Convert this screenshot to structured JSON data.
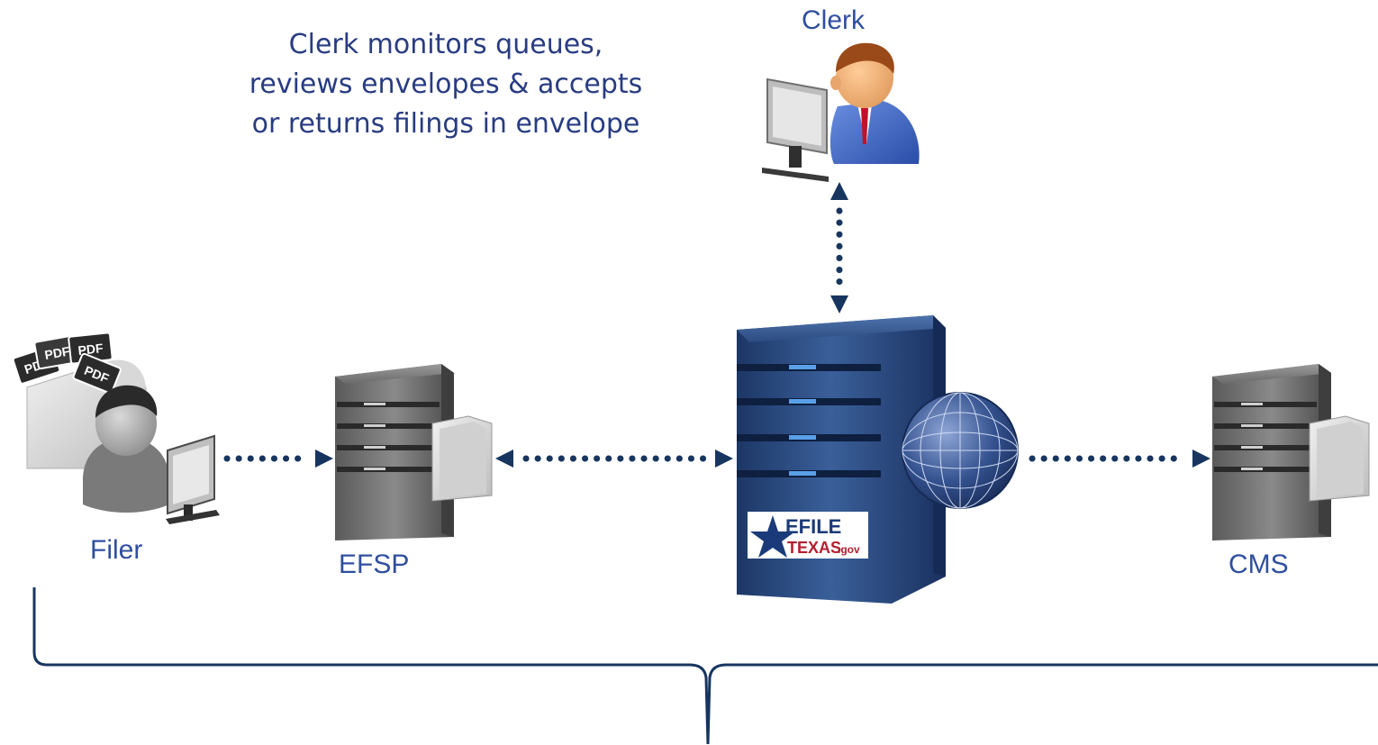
{
  "diagram": {
    "caption_lines": [
      "Clerk monitors queues,",
      "reviews envelopes & accepts",
      "or returns filings in envelope"
    ],
    "nodes": {
      "clerk": {
        "label": "Clerk",
        "icon": "clerk-workstation-icon"
      },
      "filer": {
        "label": "Filer",
        "icon": "filer-workstation-icon"
      },
      "efsp": {
        "label": "EFSP",
        "icon": "efsp-server-icon"
      },
      "efm": {
        "icon": "efiletexas-server-icon",
        "logo_text": [
          "EFILE",
          "TEXAS",
          ".gov"
        ]
      },
      "cms": {
        "label": "CMS",
        "icon": "cms-server-icon"
      }
    },
    "pdf_badges": [
      "PDF",
      "PDF",
      "PDF",
      "PDF"
    ],
    "connections": [
      {
        "from": "filer",
        "to": "efsp",
        "style": "dotted-arrow"
      },
      {
        "from": "efsp",
        "to": "efm",
        "style": "dotted-double-arrow"
      },
      {
        "from": "efm",
        "to": "cms",
        "style": "dotted-arrow"
      },
      {
        "from": "clerk",
        "to": "efm",
        "style": "dotted-double-arrow"
      }
    ],
    "colors": {
      "text": "#283c82",
      "label": "#2f4f9e",
      "connector": "#17355f",
      "efm_server": "#26477a",
      "brace": "#17355f"
    }
  }
}
